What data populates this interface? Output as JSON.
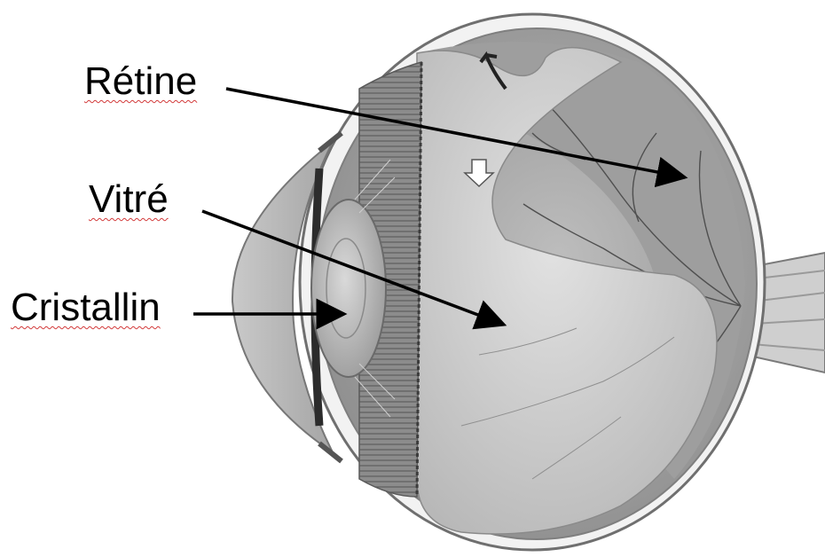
{
  "labels": {
    "retine": "Rétine",
    "vitre": "Vitré",
    "cristallin": "Cristallin"
  },
  "colors": {
    "text": "#000000",
    "spellcheck_underline": "#d23a3a",
    "tissue_dark": "#6d6d6d",
    "tissue_light": "#d6d6d6",
    "background": "#ffffff"
  }
}
